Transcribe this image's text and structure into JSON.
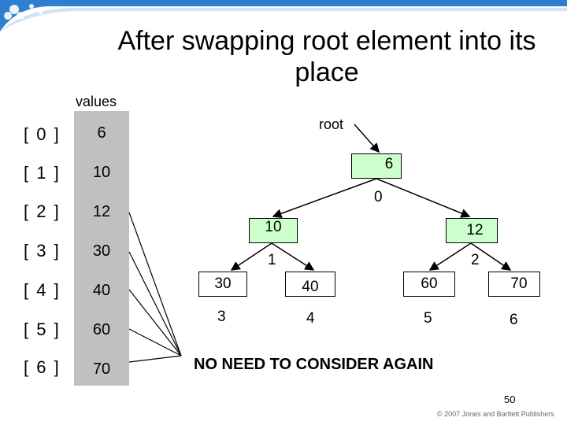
{
  "title": "After swapping root element into its place",
  "values_label": "values",
  "root_label": "root",
  "indices": [
    "[ 0 ]",
    "[ 1 ]",
    "[ 2 ]",
    "[ 3 ]",
    "[ 4 ]",
    "[ 5 ]",
    "[ 6 ]"
  ],
  "values": [
    "6",
    "10",
    "12",
    "30",
    "40",
    "60",
    "70"
  ],
  "tree": {
    "nodes": [
      {
        "value": "6",
        "index": "0",
        "style": "highlighted"
      },
      {
        "value": "10",
        "index": "1",
        "style": "highlighted"
      },
      {
        "value": "12",
        "index": "2",
        "style": "highlighted"
      },
      {
        "value": "30",
        "index": "3",
        "style": "plain"
      },
      {
        "value": "40",
        "index": "4",
        "style": "plain"
      },
      {
        "value": "60",
        "index": "5",
        "style": "plain"
      },
      {
        "value": "70",
        "index": "6",
        "style": "plain"
      }
    ]
  },
  "note": "NO NEED TO CONSIDER AGAIN",
  "page_number": "50",
  "copyright": "© 2007 Jones and Bartlett Publishers",
  "colors": {
    "array_fill": "#c0c0c0",
    "highlight_fill": "#ccffcc",
    "header_blue": "#2f7fd0"
  }
}
